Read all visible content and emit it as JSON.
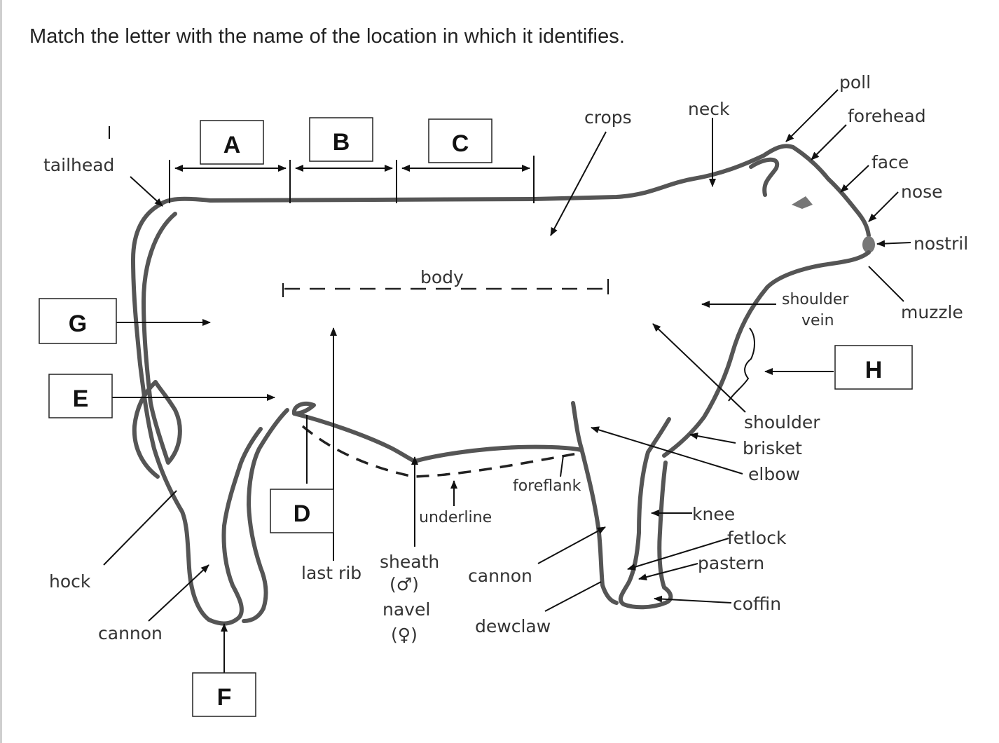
{
  "question": "Match the letter with the name of the location in which it identifies.",
  "boxes": [
    "A",
    "B",
    "C",
    "D",
    "E",
    "F",
    "G",
    "H"
  ],
  "labels": {
    "poll": "poll",
    "forehead": "forehead",
    "face": "face",
    "nose": "nose",
    "nostril": "nostril",
    "muzzle": "muzzle",
    "crops": "crops",
    "neck": "neck",
    "tailhead": "tailhead",
    "body": "body",
    "shoulder_vein_1": "shoulder",
    "shoulder_vein_2": "vein",
    "shoulder": "shoulder",
    "brisket": "brisket",
    "elbow": "elbow",
    "foreflank": "foreflank",
    "underline": "underline",
    "knee": "knee",
    "fetlock": "fetlock",
    "pastern": "pastern",
    "coffin": "coffin",
    "hock": "hock",
    "cannon_rear": "cannon",
    "last_rib": "last rib",
    "sheath": "sheath",
    "male": "(♂)",
    "navel": "navel",
    "female": "(♀)",
    "cannon_front": "cannon",
    "dewclaw": "dewclaw"
  }
}
